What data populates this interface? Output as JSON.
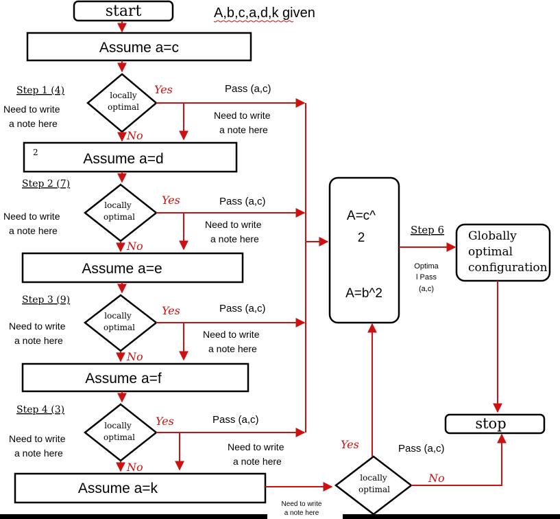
{
  "diagram": {
    "header_note": "A,b,c,a,d,k given",
    "start_label": "start",
    "stop_label": "stop",
    "assume_boxes": [
      "Assume a=c",
      "Assume a=d",
      "Assume a=e",
      "Assume a=f",
      "Assume a=k"
    ],
    "box2_corner_mark": "2",
    "decision_label": [
      "locally",
      "optimal"
    ],
    "yes_label": "Yes",
    "no_label": "No",
    "steps": [
      "Step 1 (4)",
      "Step 2 (7)",
      "Step 3 (9)",
      "Step 4 (3)"
    ],
    "side_note": [
      "Need to write",
      "a note here"
    ],
    "pass_label": "Pass (a,c)",
    "arrow_note": [
      "Need to write",
      "a note here"
    ],
    "center_box": {
      "line1": "A=c^",
      "line2": "2",
      "line3": "A=b^2"
    },
    "step6": "Step 6",
    "optima_pass": [
      "Optima",
      "l Pass",
      "(a,c)"
    ],
    "globally_box": [
      "Globally",
      "optimal",
      "configuration"
    ],
    "final_pass": "Pass (a,c)",
    "bottom_note": [
      "Need to write",
      "a note here"
    ],
    "colors": {
      "arrow_red": "#cc1111",
      "box_stroke": "#000000",
      "squiggle": "#cc1111"
    }
  }
}
